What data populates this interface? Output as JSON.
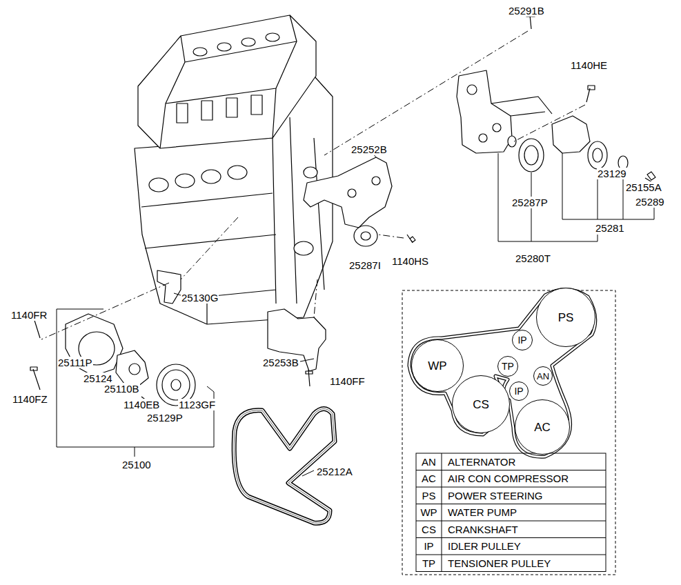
{
  "diagram": {
    "nodes": [
      {
        "text": [
          "PS"
        ]
      },
      {
        "text": [
          "IP"
        ]
      },
      {
        "text": [
          "WP"
        ]
      },
      {
        "text": [
          "TP"
        ]
      },
      {
        "text": [
          "AN"
        ]
      },
      {
        "text": [
          "IP"
        ]
      },
      {
        "text": [
          "CS"
        ]
      },
      {
        "text": [
          "AC"
        ]
      }
    ],
    "labels": [
      "25291B",
      "1140HE",
      "25252B",
      "25287P",
      "23129",
      "25155A",
      "25289",
      "25281",
      "25280T",
      "25287I",
      "1140HS",
      "25130G",
      "1140FR",
      "25111P",
      "25124",
      "25110B",
      "1140FZ",
      "1140EB",
      "1123GF",
      "25129P",
      "25100",
      "25253B",
      "1140FF",
      "25212A",
      "AN",
      "ALTERNATOR",
      "AC",
      "AIR CON COMPRESSOR",
      "PS",
      "POWER STEERING",
      "WP",
      "WATER PUMP",
      "CS",
      "CRANKSHAFT",
      "IP",
      "IDLER PULLEY",
      "TP",
      "TENSIONER PULLEY"
    ]
  }
}
